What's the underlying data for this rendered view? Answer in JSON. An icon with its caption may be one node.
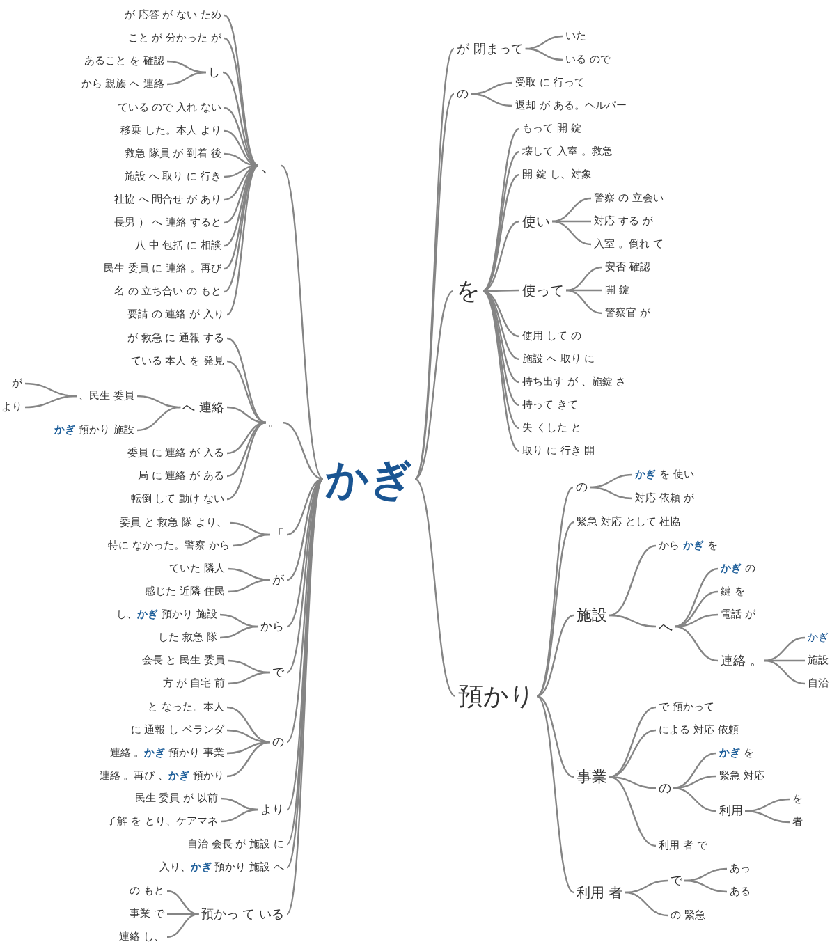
{
  "diagram": {
    "nodes": [
      {
        "text": [
          "かぎ"
        ]
      },
      {
        "text": [
          "、"
        ]
      },
      {
        "text": [
          "が 応答 が ない ため"
        ]
      },
      {
        "text": [
          "こと が 分かった が"
        ]
      },
      {
        "text": [
          "し"
        ]
      },
      {
        "text": [
          "あること を 確認"
        ]
      },
      {
        "text": [
          "から 親族 へ 連絡"
        ]
      },
      {
        "text": [
          "ている ので 入れ ない"
        ]
      },
      {
        "text": [
          "移乗 した。本人 より"
        ]
      },
      {
        "text": [
          "救急 隊員 が 到着 後"
        ]
      },
      {
        "text": [
          "施設 へ 取り に 行き"
        ]
      },
      {
        "text": [
          "社協 へ 問合せ が あり"
        ]
      },
      {
        "text": [
          "長男 ） へ 連絡 すると"
        ]
      },
      {
        "text": [
          "八 中 包括 に 相談"
        ]
      },
      {
        "text": [
          "民生 委員 に 連絡 。再び"
        ]
      },
      {
        "text": [
          "名 の 立ち合い の もと"
        ]
      },
      {
        "text": [
          "要請 の 連絡 が 入り"
        ]
      },
      {
        "text": [
          "。"
        ]
      },
      {
        "text": [
          "が 救急 に 通報 する"
        ]
      },
      {
        "text": [
          "ている 本人 を 発見"
        ]
      },
      {
        "text": [
          "へ 連絡"
        ]
      },
      {
        "text": [
          "、民生 委員"
        ]
      },
      {
        "text": [
          "が"
        ]
      },
      {
        "text": [
          "より"
        ]
      },
      {
        "text": [
          "**かぎ** 預かり 施設"
        ]
      },
      {
        "text": [
          "委員 に 連絡 が 入る"
        ]
      },
      {
        "text": [
          "局 に 連絡 が ある"
        ]
      },
      {
        "text": [
          "転倒 して 動け ない"
        ]
      },
      {
        "text": [
          "「"
        ]
      },
      {
        "text": [
          "委員 と 救急 隊 より、"
        ]
      },
      {
        "text": [
          "特に なかった。警察 から"
        ]
      },
      {
        "text": [
          "が"
        ]
      },
      {
        "text": [
          "ていた 隣人"
        ]
      },
      {
        "text": [
          "感じた 近隣 住民"
        ]
      },
      {
        "text": [
          "から"
        ]
      },
      {
        "text": [
          "し、**かぎ** 預かり 施設"
        ]
      },
      {
        "text": [
          "した 救急 隊"
        ]
      },
      {
        "text": [
          "で"
        ]
      },
      {
        "text": [
          "会長 と 民生 委員"
        ]
      },
      {
        "text": [
          "方 が 自宅 前"
        ]
      },
      {
        "text": [
          "の"
        ]
      },
      {
        "text": [
          "と なった。本人"
        ]
      },
      {
        "text": [
          "に 通報 し ベランダ"
        ]
      },
      {
        "text": [
          "連絡 。**かぎ** 預かり 事業"
        ]
      },
      {
        "text": [
          "連絡 。再び 、**かぎ** 預かり"
        ]
      },
      {
        "text": [
          "より"
        ]
      },
      {
        "text": [
          "民生 委員 が 以前"
        ]
      },
      {
        "text": [
          "了解 を とり、ケアマネ"
        ]
      },
      {
        "text": [
          "自治 会長 が 施設 に"
        ]
      },
      {
        "text": [
          "入り、**かぎ** 預かり 施設 へ"
        ]
      },
      {
        "text": [
          "預かっ て いる"
        ]
      },
      {
        "text": [
          "の もと"
        ]
      },
      {
        "text": [
          "事業 で"
        ]
      },
      {
        "text": [
          "連絡 し、"
        ]
      },
      {
        "text": [
          "が 閉まって"
        ]
      },
      {
        "text": [
          "いた"
        ]
      },
      {
        "text": [
          "いる ので"
        ]
      },
      {
        "text": [
          "の"
        ]
      },
      {
        "text": [
          "受取 に 行って"
        ]
      },
      {
        "text": [
          "返却 が ある。ヘルパー"
        ]
      },
      {
        "text": [
          "を"
        ]
      },
      {
        "text": [
          "もって 開 錠"
        ]
      },
      {
        "text": [
          "壊して 入室 。救急"
        ]
      },
      {
        "text": [
          "開 錠 し、対象"
        ]
      },
      {
        "text": [
          "使い"
        ]
      },
      {
        "text": [
          "警察 の 立会い"
        ]
      },
      {
        "text": [
          "対応 する が"
        ]
      },
      {
        "text": [
          "入室 。倒れ て"
        ]
      },
      {
        "text": [
          "使って"
        ]
      },
      {
        "text": [
          "安否 確認"
        ]
      },
      {
        "text": [
          "開 錠"
        ]
      },
      {
        "text": [
          "警察官 が"
        ]
      },
      {
        "text": [
          "使用 して の"
        ]
      },
      {
        "text": [
          "施設 へ 取り に"
        ]
      },
      {
        "text": [
          "持ち出す が 、施錠 さ"
        ]
      },
      {
        "text": [
          "持って きて"
        ]
      },
      {
        "text": [
          "失 くした と"
        ]
      },
      {
        "text": [
          "取り に 行き 開"
        ]
      },
      {
        "text": [
          "預かり"
        ]
      },
      {
        "text": [
          "の"
        ]
      },
      {
        "text": [
          "**かぎ** を 使い"
        ]
      },
      {
        "text": [
          "対応 依頼 が"
        ]
      },
      {
        "text": [
          "緊急 対応 として 社協"
        ]
      },
      {
        "text": [
          "施設"
        ]
      },
      {
        "text": [
          "から **かぎ** を"
        ]
      },
      {
        "text": [
          "へ"
        ]
      },
      {
        "text": [
          "**かぎ** の"
        ]
      },
      {
        "text": [
          "鍵 を"
        ]
      },
      {
        "text": [
          "電話 が"
        ]
      },
      {
        "text": [
          "連絡 。"
        ]
      },
      {
        "text": [
          "かぎ"
        ]
      },
      {
        "text": [
          "施設"
        ]
      },
      {
        "text": [
          "自治"
        ]
      },
      {
        "text": [
          "事業"
        ]
      },
      {
        "text": [
          "で 預かって"
        ]
      },
      {
        "text": [
          "による 対応 依頼"
        ]
      },
      {
        "text": [
          "の"
        ]
      },
      {
        "text": [
          "**かぎ** を"
        ]
      },
      {
        "text": [
          "緊急 対応"
        ]
      },
      {
        "text": [
          "利用"
        ]
      },
      {
        "text": [
          "を"
        ]
      },
      {
        "text": [
          "者"
        ]
      },
      {
        "text": [
          "利用 者 で"
        ]
      },
      {
        "text": [
          "利用 者"
        ]
      },
      {
        "text": [
          "で"
        ]
      },
      {
        "text": [
          "あっ"
        ]
      },
      {
        "text": [
          "ある"
        ]
      },
      {
        "text": [
          "の 緊急"
        ]
      }
    ],
    "edges": [
      {
        "from": 0,
        "to": 1,
        "arrow": "none"
      },
      {
        "from": 1,
        "to": 2,
        "arrow": "none"
      },
      {
        "from": 1,
        "to": 3,
        "arrow": "none"
      },
      {
        "from": 1,
        "to": 4,
        "arrow": "none"
      },
      {
        "from": 4,
        "to": 5,
        "arrow": "none"
      },
      {
        "from": 4,
        "to": 6,
        "arrow": "none"
      },
      {
        "from": 1,
        "to": 7,
        "arrow": "none"
      },
      {
        "from": 1,
        "to": 8,
        "arrow": "none"
      },
      {
        "from": 1,
        "to": 9,
        "arrow": "none"
      },
      {
        "from": 1,
        "to": 10,
        "arrow": "none"
      },
      {
        "from": 1,
        "to": 11,
        "arrow": "none"
      },
      {
        "from": 1,
        "to": 12,
        "arrow": "none"
      },
      {
        "from": 1,
        "to": 13,
        "arrow": "none"
      },
      {
        "from": 1,
        "to": 14,
        "arrow": "none"
      },
      {
        "from": 1,
        "to": 15,
        "arrow": "none"
      },
      {
        "from": 1,
        "to": 16,
        "arrow": "none"
      },
      {
        "from": 0,
        "to": 17,
        "arrow": "none"
      },
      {
        "from": 17,
        "to": 18,
        "arrow": "none"
      },
      {
        "from": 17,
        "to": 19,
        "arrow": "none"
      },
      {
        "from": 17,
        "to": 20,
        "arrow": "none"
      },
      {
        "from": 20,
        "to": 21,
        "arrow": "none"
      },
      {
        "from": 21,
        "to": 22,
        "arrow": "none"
      },
      {
        "from": 21,
        "to": 23,
        "arrow": "none"
      },
      {
        "from": 20,
        "to": 24,
        "arrow": "none"
      },
      {
        "from": 17,
        "to": 25,
        "arrow": "none"
      },
      {
        "from": 17,
        "to": 26,
        "arrow": "none"
      },
      {
        "from": 17,
        "to": 27,
        "arrow": "none"
      },
      {
        "from": 0,
        "to": 28,
        "arrow": "none"
      },
      {
        "from": 28,
        "to": 29,
        "arrow": "none"
      },
      {
        "from": 28,
        "to": 30,
        "arrow": "none"
      },
      {
        "from": 0,
        "to": 31,
        "arrow": "none"
      },
      {
        "from": 31,
        "to": 32,
        "arrow": "none"
      },
      {
        "from": 31,
        "to": 33,
        "arrow": "none"
      },
      {
        "from": 0,
        "to": 34,
        "arrow": "none"
      },
      {
        "from": 34,
        "to": 35,
        "arrow": "none"
      },
      {
        "from": 34,
        "to": 36,
        "arrow": "none"
      },
      {
        "from": 0,
        "to": 37,
        "arrow": "none"
      },
      {
        "from": 37,
        "to": 38,
        "arrow": "none"
      },
      {
        "from": 37,
        "to": 39,
        "arrow": "none"
      },
      {
        "from": 0,
        "to": 40,
        "arrow": "none"
      },
      {
        "from": 40,
        "to": 41,
        "arrow": "none"
      },
      {
        "from": 40,
        "to": 42,
        "arrow": "none"
      },
      {
        "from": 40,
        "to": 43,
        "arrow": "none"
      },
      {
        "from": 40,
        "to": 44,
        "arrow": "none"
      },
      {
        "from": 0,
        "to": 45,
        "arrow": "none"
      },
      {
        "from": 45,
        "to": 46,
        "arrow": "none"
      },
      {
        "from": 45,
        "to": 47,
        "arrow": "none"
      },
      {
        "from": 0,
        "to": 48,
        "arrow": "none"
      },
      {
        "from": 0,
        "to": 49,
        "arrow": "none"
      },
      {
        "from": 0,
        "to": 50,
        "arrow": "none"
      },
      {
        "from": 50,
        "to": 51,
        "arrow": "none"
      },
      {
        "from": 50,
        "to": 52,
        "arrow": "none"
      },
      {
        "from": 50,
        "to": 53,
        "arrow": "none"
      },
      {
        "from": 0,
        "to": 54,
        "arrow": "none"
      },
      {
        "from": 54,
        "to": 55,
        "arrow": "none"
      },
      {
        "from": 54,
        "to": 56,
        "arrow": "none"
      },
      {
        "from": 0,
        "to": 57,
        "arrow": "none"
      },
      {
        "from": 57,
        "to": 58,
        "arrow": "none"
      },
      {
        "from": 57,
        "to": 59,
        "arrow": "none"
      },
      {
        "from": 0,
        "to": 60,
        "arrow": "none"
      },
      {
        "from": 60,
        "to": 61,
        "arrow": "none"
      },
      {
        "from": 60,
        "to": 62,
        "arrow": "none"
      },
      {
        "from": 60,
        "to": 63,
        "arrow": "none"
      },
      {
        "from": 60,
        "to": 64,
        "arrow": "none"
      },
      {
        "from": 64,
        "to": 65,
        "arrow": "none"
      },
      {
        "from": 64,
        "to": 66,
        "arrow": "none"
      },
      {
        "from": 64,
        "to": 67,
        "arrow": "none"
      },
      {
        "from": 60,
        "to": 68,
        "arrow": "none"
      },
      {
        "from": 68,
        "to": 69,
        "arrow": "none"
      },
      {
        "from": 68,
        "to": 70,
        "arrow": "none"
      },
      {
        "from": 68,
        "to": 71,
        "arrow": "none"
      },
      {
        "from": 60,
        "to": 72,
        "arrow": "none"
      },
      {
        "from": 60,
        "to": 73,
        "arrow": "none"
      },
      {
        "from": 60,
        "to": 74,
        "arrow": "none"
      },
      {
        "from": 60,
        "to": 75,
        "arrow": "none"
      },
      {
        "from": 60,
        "to": 76,
        "arrow": "none"
      },
      {
        "from": 60,
        "to": 77,
        "arrow": "none"
      },
      {
        "from": 0,
        "to": 78,
        "arrow": "none"
      },
      {
        "from": 78,
        "to": 79,
        "arrow": "none"
      },
      {
        "from": 79,
        "to": 80,
        "arrow": "none"
      },
      {
        "from": 79,
        "to": 81,
        "arrow": "none"
      },
      {
        "from": 78,
        "to": 82,
        "arrow": "none"
      },
      {
        "from": 78,
        "to": 83,
        "arrow": "none"
      },
      {
        "from": 83,
        "to": 84,
        "arrow": "none"
      },
      {
        "from": 83,
        "to": 85,
        "arrow": "none"
      },
      {
        "from": 85,
        "to": 86,
        "arrow": "none"
      },
      {
        "from": 85,
        "to": 87,
        "arrow": "none"
      },
      {
        "from": 85,
        "to": 88,
        "arrow": "none"
      },
      {
        "from": 85,
        "to": 89,
        "arrow": "none"
      },
      {
        "from": 89,
        "to": 90,
        "arrow": "none"
      },
      {
        "from": 89,
        "to": 91,
        "arrow": "none"
      },
      {
        "from": 89,
        "to": 92,
        "arrow": "none"
      },
      {
        "from": 78,
        "to": 93,
        "arrow": "none"
      },
      {
        "from": 93,
        "to": 94,
        "arrow": "none"
      },
      {
        "from": 93,
        "to": 95,
        "arrow": "none"
      },
      {
        "from": 93,
        "to": 96,
        "arrow": "none"
      },
      {
        "from": 96,
        "to": 97,
        "arrow": "none"
      },
      {
        "from": 96,
        "to": 98,
        "arrow": "none"
      },
      {
        "from": 96,
        "to": 99,
        "arrow": "none"
      },
      {
        "from": 99,
        "to": 100,
        "arrow": "none"
      },
      {
        "from": 99,
        "to": 101,
        "arrow": "none"
      },
      {
        "from": 93,
        "to": 102,
        "arrow": "none"
      },
      {
        "from": 78,
        "to": 103,
        "arrow": "none"
      },
      {
        "from": 103,
        "to": 104,
        "arrow": "none"
      },
      {
        "from": 104,
        "to": 105,
        "arrow": "none"
      },
      {
        "from": 104,
        "to": 106,
        "arrow": "none"
      },
      {
        "from": 103,
        "to": 107,
        "arrow": "none"
      }
    ]
  }
}
